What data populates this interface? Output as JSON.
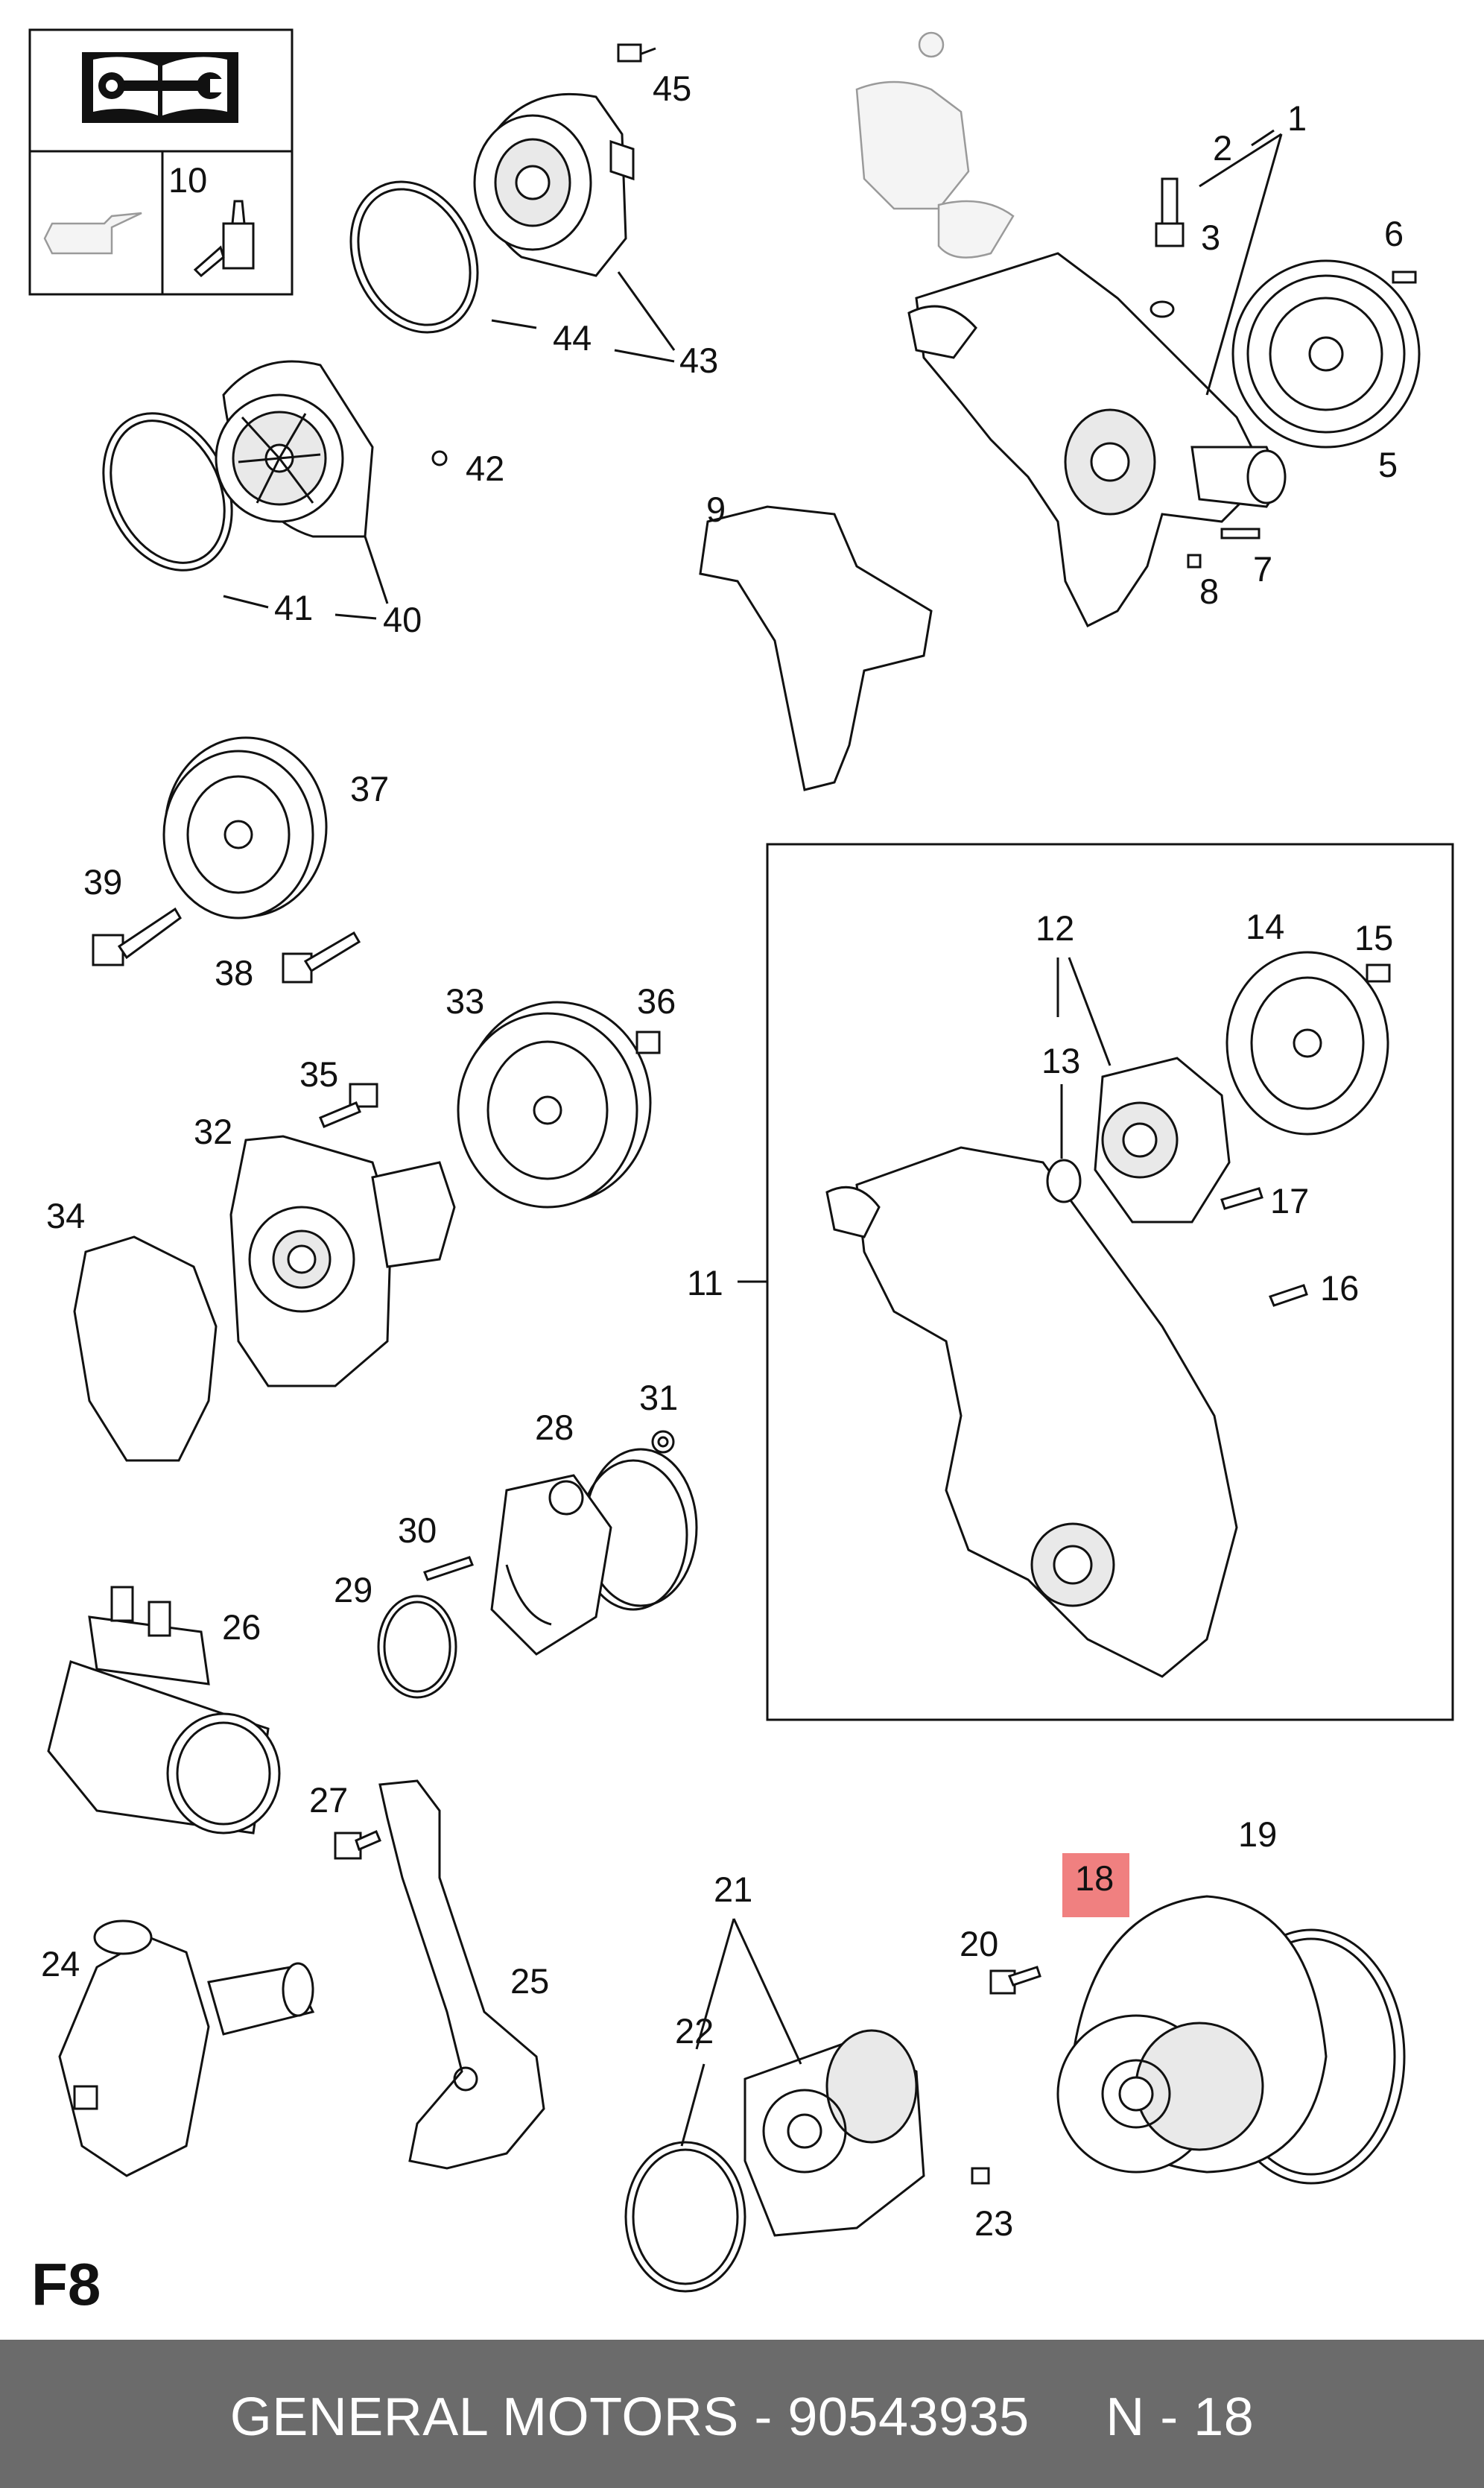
{
  "diagram": {
    "page_ref": "F8",
    "highlighted_callout": "18",
    "highlight_color": "#f08080",
    "footer_text": "GENERAL MOTORS - 90543935     N - 18",
    "footer_background": "#6b6b6b",
    "legend_box": {
      "icon": "manual-with-wrench-icon",
      "sub_icons": [
        "oil-can-icon",
        "sealant-tube-icon"
      ],
      "callout": "10"
    },
    "callouts": [
      "1",
      "2",
      "3",
      "5",
      "6",
      "7",
      "8",
      "9",
      "11",
      "12",
      "13",
      "14",
      "15",
      "16",
      "17",
      "19",
      "20",
      "21",
      "22",
      "23",
      "24",
      "25",
      "26",
      "27",
      "28",
      "29",
      "30",
      "31",
      "32",
      "33",
      "34",
      "35",
      "36",
      "37",
      "38",
      "39",
      "40",
      "41",
      "42",
      "43",
      "44",
      "45"
    ]
  }
}
